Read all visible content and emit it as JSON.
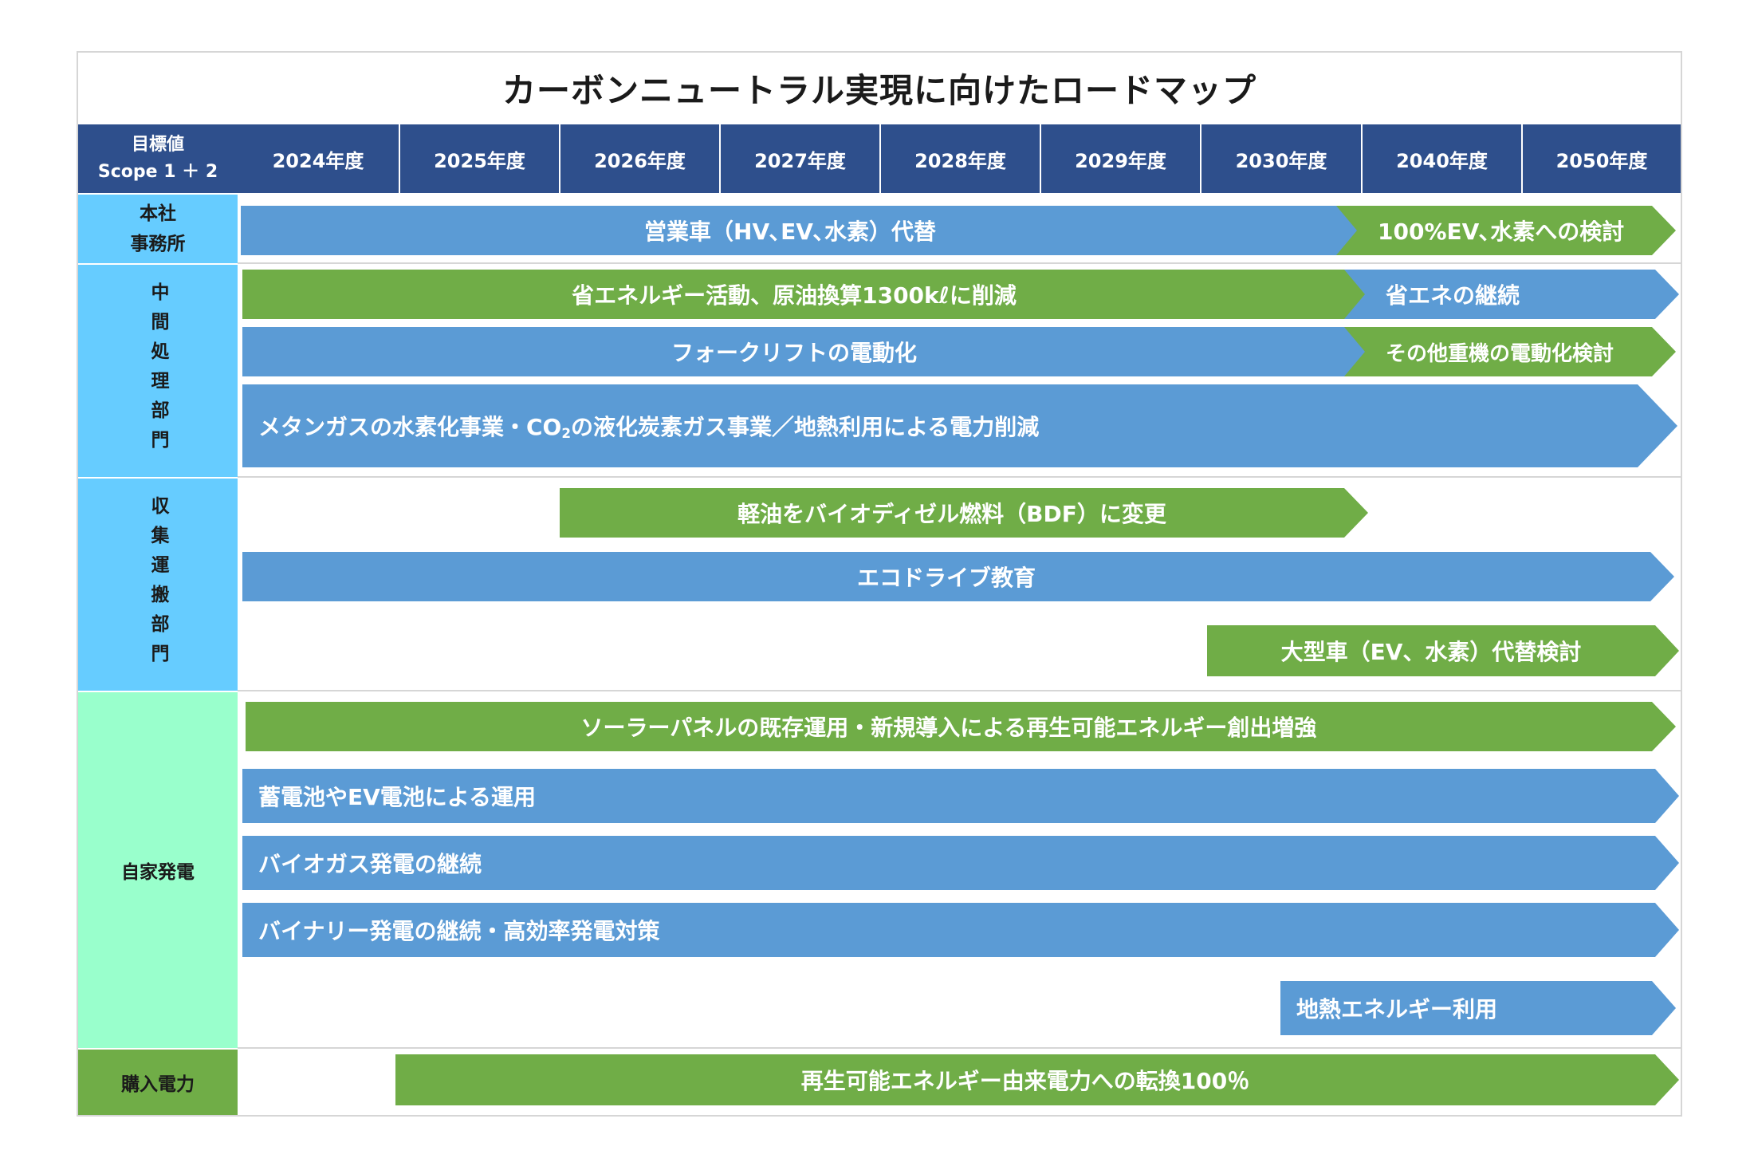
{
  "title": "カーボンニュートラル実現に向けたロードマップ",
  "header": {
    "target_line1": "目標値",
    "target_line2": "Scope 1 ＋ 2",
    "years": [
      "2024年度",
      "2025年度",
      "2026年度",
      "2027年度",
      "2028年度",
      "2029年度",
      "2030年度",
      "2040年度",
      "2050年度"
    ]
  },
  "rows": {
    "head_office_line1": "本社",
    "head_office_line2": "事務所",
    "intermediate": "中間処理部門",
    "collection": "収集運搬部門",
    "self_generation": "自家発電",
    "purchased_power": "購入電力"
  },
  "bars": {
    "vehicles": "営業車（HV､EV､水素）代替",
    "vehicles_future": "100%EV､水素への検討",
    "energy_saving": "省エネルギー活動、原油換算1300kℓに削減",
    "energy_saving_future": "省エネの継続",
    "forklift": "フォークリフトの電動化",
    "forklift_future": "その他重機の電動化検討",
    "methane_pre": "メタンガスの水素化事業・CO",
    "methane_sub": "2",
    "methane_post": "の液化炭素ガス事業／地熱利用による電力削減",
    "bdf": "軽油をバイオディゼル燃料（BDF）に変更",
    "eco_drive": "エコドライブ教育",
    "large_vehicles": "大型車（EV、水素）代替検討",
    "solar": "ソーラーパネルの既存運用・新規導入による再生可能エネルギー創出増強",
    "battery": "蓄電池やEV電池による運用",
    "biogas": "バイオガス発電の継続",
    "binary": "バイナリー発電の継続・高効率発電対策",
    "geothermal": "地熱エネルギー利用",
    "renewable_power": "再生可能エネルギー由来電力への転換100％"
  },
  "colors": {
    "header_bg": "#2e4f8c",
    "label_blue": "#66ccff",
    "label_mint": "#99ffcc",
    "label_green": "#70ad47",
    "bar_blue": "#5b9bd5",
    "bar_green": "#70ad47"
  }
}
